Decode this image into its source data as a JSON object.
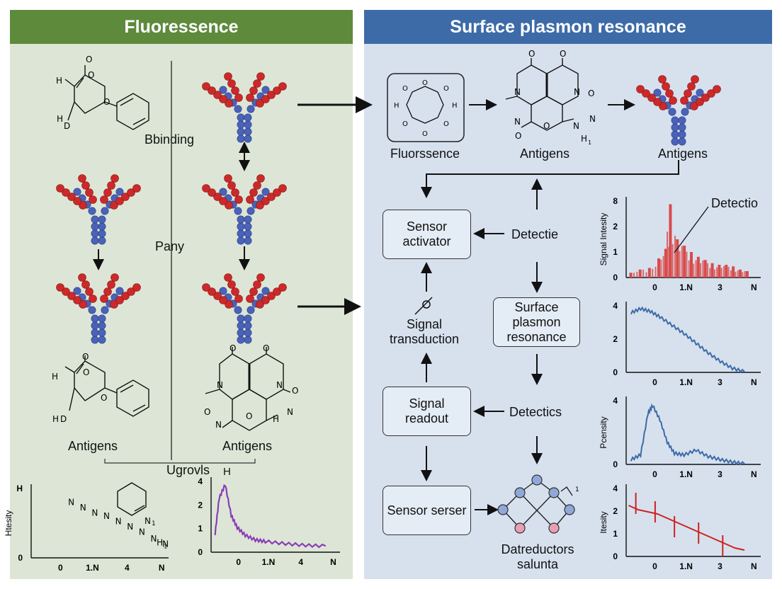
{
  "left_panel": {
    "header": "Fluoressence",
    "labels": {
      "binding": "Bbinding",
      "pany": "Pany",
      "antigens_a": "Antigens",
      "antigens_b": "Antigens",
      "ugrovls": "Ugrovls",
      "h_label": "H"
    },
    "molecule_a": {
      "atoms": [
        "O",
        "H",
        "O",
        "O",
        "H",
        "D"
      ]
    },
    "molecule_b": {
      "atoms": [
        "O",
        "H",
        "O",
        "O",
        "H",
        "D"
      ]
    },
    "molecule_c": {
      "atoms": [
        "O",
        "O",
        "N",
        "N",
        "O",
        "O",
        "O",
        "N",
        "N",
        "H"
      ]
    },
    "small_molecule": {
      "atoms": [
        "N",
        "1"
      ]
    }
  },
  "right_panel": {
    "header": "Surface plasmon resonance",
    "top_labels": {
      "fluorssence": "Fluorssence",
      "antigens_1": "Antigens",
      "antigens_2": "Antigens"
    },
    "boxes": {
      "sensor_activator": "Sensor\nactivator",
      "surface_plasmon": "Surface\nplasmon\nresonance",
      "signal_readout": "Signal\nreadout",
      "sensor_serser": "Sensor serser"
    },
    "labels": {
      "detectie": "Detectie",
      "detectics": "Detectics",
      "signal_transduction": "Signal\ntransduction",
      "datreductors": "Datreductors\nsalunta",
      "detectio": "Detectio"
    },
    "ring_atoms": [
      "O",
      "O",
      "O",
      "H",
      "H",
      "O",
      "O",
      "O"
    ],
    "fused_atoms": [
      "O",
      "O",
      "N",
      "N",
      "O",
      "N",
      "O",
      "O",
      "N",
      "N",
      "H",
      "1"
    ],
    "network_label": "1"
  },
  "charts": [
    {
      "id": "left-chart-1",
      "type": "line",
      "ylabel": "Htesity",
      "y_ticks": [
        "H",
        "0"
      ],
      "x_ticks": [
        "0",
        "1.N",
        "4",
        "N"
      ],
      "markers": [
        "N",
        "N",
        "N",
        "N",
        "N",
        "N",
        "N",
        "N",
        "N",
        "N",
        "H",
        "1"
      ]
    },
    {
      "id": "left-chart-2",
      "type": "line",
      "ylabel": "",
      "y_ticks": [
        "4",
        "2",
        "1",
        "0"
      ],
      "x_ticks": [
        "0",
        "1.N",
        "4",
        "N"
      ],
      "color": "#8a3db5"
    },
    {
      "id": "right-chart-1",
      "type": "bar",
      "ylabel": "Signal Intesity",
      "y_ticks": [
        "8",
        "2",
        "1",
        "0"
      ],
      "x_ticks": [
        "0",
        "1.N",
        "3",
        "N"
      ],
      "color": "#d94a4a"
    },
    {
      "id": "right-chart-2",
      "type": "line",
      "ylabel": "",
      "y_ticks": [
        "4",
        "2",
        "0"
      ],
      "x_ticks": [
        "0",
        "1.N",
        "3",
        "N"
      ],
      "color": "#3d6ba8"
    },
    {
      "id": "right-chart-3",
      "type": "line",
      "ylabel": "Pcensity",
      "y_ticks": [
        "4",
        "0"
      ],
      "x_ticks": [
        "0",
        "1.N",
        "3",
        "N"
      ],
      "color": "#3d6ba8"
    },
    {
      "id": "right-chart-4",
      "type": "line",
      "ylabel": "Itesity",
      "y_ticks": [
        "4",
        "2",
        "1",
        "0"
      ],
      "x_ticks": [
        "0",
        "1.N",
        "3",
        "N"
      ],
      "color": "#cc2222"
    }
  ],
  "chart_data": [
    {
      "type": "line",
      "x": [
        0.0,
        0.5,
        1.0,
        1.5,
        2.0,
        2.5,
        3.0,
        3.5,
        4.0
      ],
      "values": [
        3.2,
        2.9,
        2.6,
        2.4,
        2.1,
        1.8,
        1.5,
        1.1,
        0.8
      ]
    },
    {
      "type": "line",
      "x": [
        -0.5,
        -0.3,
        0,
        0.3,
        0.6,
        1,
        1.5,
        2,
        3,
        4,
        5
      ],
      "values": [
        1.2,
        3.5,
        4.4,
        2.4,
        1.6,
        1.1,
        0.8,
        0.7,
        0.55,
        0.45,
        0.4
      ]
    },
    {
      "type": "bar",
      "x": [
        -1.4,
        -1,
        -0.6,
        -0.2,
        0.1,
        0.3,
        0.6,
        0.9,
        1.2,
        1.5,
        1.8,
        2.1,
        2.4,
        2.7,
        3,
        3.3,
        3.6
      ],
      "values": [
        0.3,
        0.5,
        0.6,
        1.2,
        1.8,
        4.6,
        2.4,
        2.0,
        1.6,
        1.3,
        1.1,
        0.9,
        0.8,
        0.8,
        0.7,
        0.5,
        0.4
      ]
    },
    {
      "type": "line",
      "x": [
        -1.2,
        -0.8,
        -0.4,
        0,
        0.5,
        1,
        1.5,
        2,
        2.5,
        3,
        3.5
      ],
      "values": [
        4.3,
        4.6,
        4.4,
        4.0,
        3.4,
        2.8,
        2.1,
        1.4,
        0.8,
        0.3,
        0.05
      ]
    },
    {
      "type": "line",
      "x": [
        -1.2,
        -0.8,
        -0.5,
        -0.3,
        0,
        0.3,
        0.6,
        1,
        1.5,
        2,
        2.5,
        3,
        3.5
      ],
      "values": [
        0.3,
        0.6,
        3.2,
        3.7,
        2.8,
        1.4,
        0.7,
        0.6,
        0.9,
        0.5,
        0.3,
        0.15,
        0.05
      ]
    },
    {
      "type": "line",
      "x": [
        -1.3,
        -0.9,
        -0.5,
        -0.1,
        0.3,
        0.7,
        1.1,
        1.5,
        1.9,
        2.3,
        2.7,
        3.1,
        3.5
      ],
      "values": [
        2.4,
        2.2,
        2.1,
        2.0,
        1.8,
        1.6,
        1.4,
        1.2,
        1.0,
        0.8,
        0.6,
        0.4,
        0.3
      ]
    }
  ]
}
